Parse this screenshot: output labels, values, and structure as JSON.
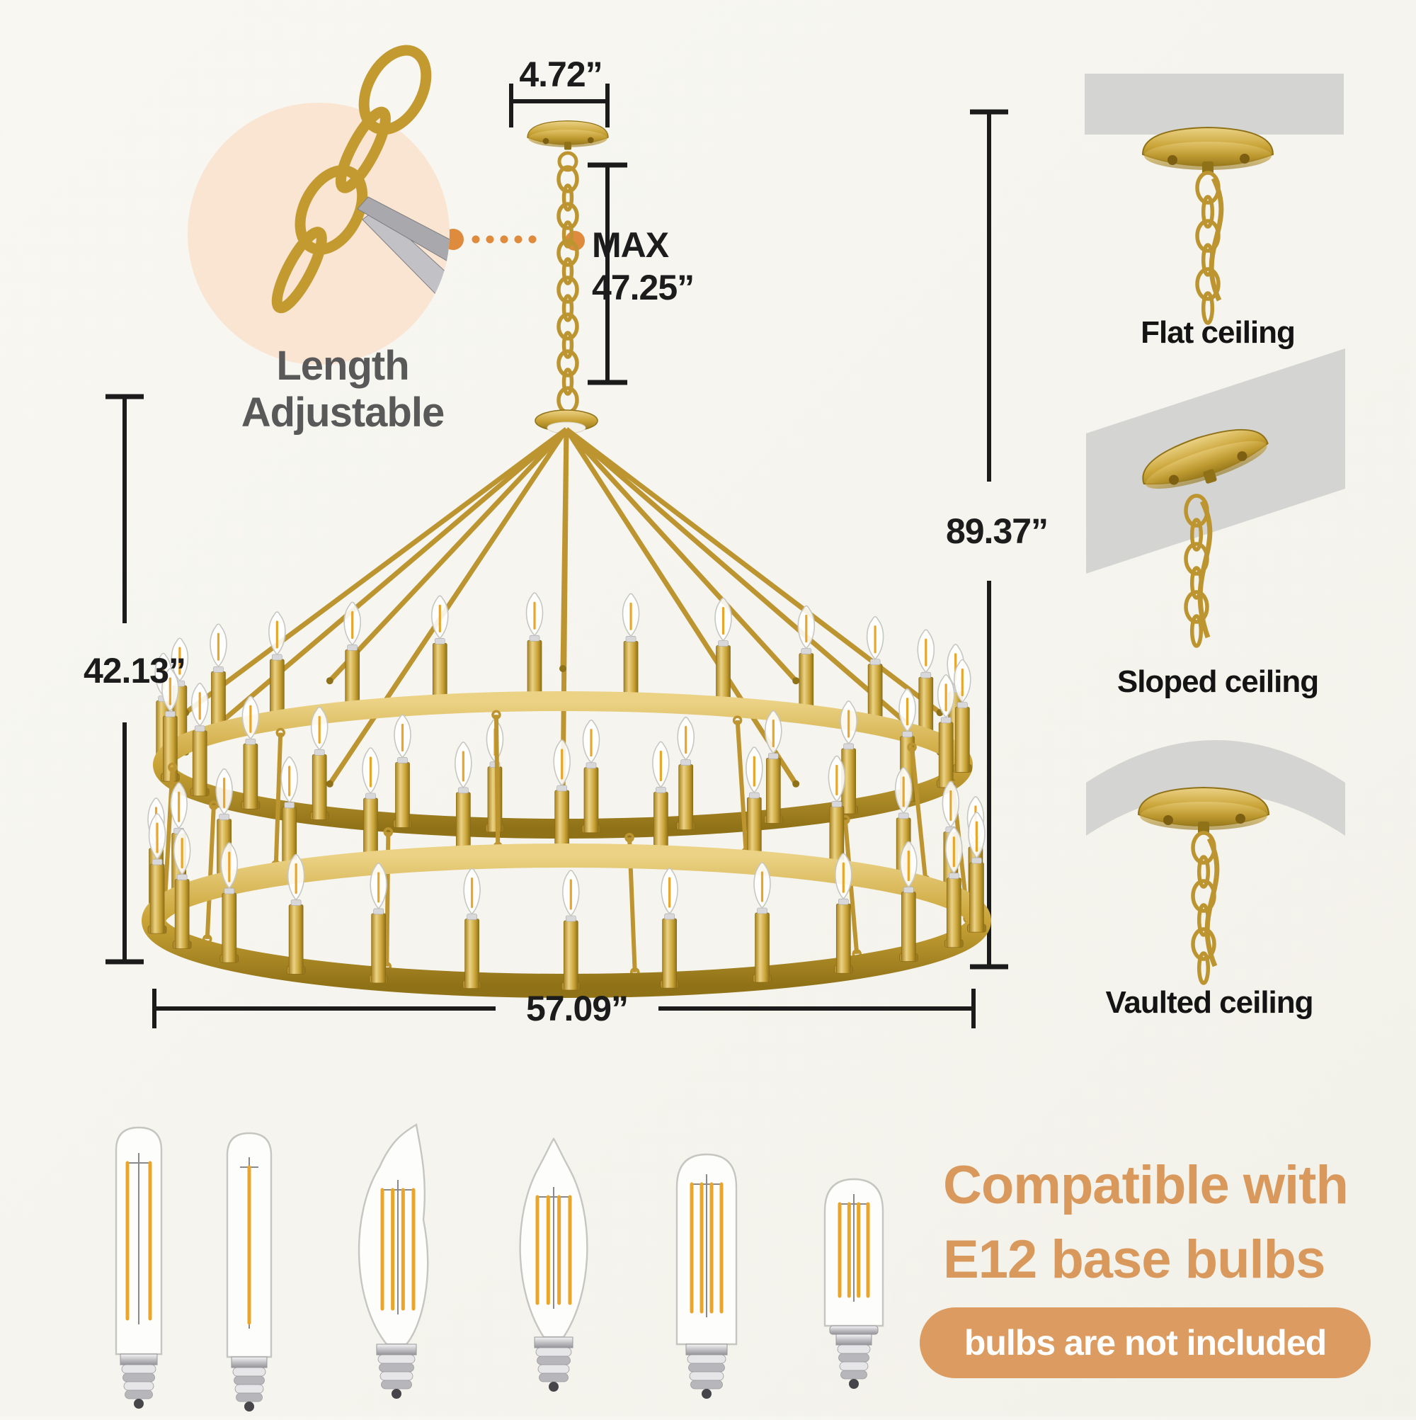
{
  "inset": {
    "caption_line1": "Length",
    "caption_line2": "Adjustable"
  },
  "dimensions": {
    "canopy_width": "4.72”",
    "chain_max_label": "MAX",
    "chain_max_value": "47.25”",
    "fixture_height": "42.13”",
    "overall_height": "89.37”",
    "diameter": "57.09”"
  },
  "ceilings": {
    "items": [
      {
        "label": "Flat ceiling"
      },
      {
        "label": "Sloped ceiling"
      },
      {
        "label": "Vaulted ceiling"
      }
    ]
  },
  "footer": {
    "heading_line1": "Compatible with",
    "heading_line2": "E12 base bulbs",
    "badge": "bulbs are not included"
  },
  "bulbs": {
    "types": [
      "t6-tubular-bulb-icon",
      "t6-tubular-single-filament-bulb-icon",
      "flame-tip-candelabra-bulb-icon",
      "torpedo-candle-bulb-icon",
      "t8-tubular-bulb-icon",
      "t25-mini-tubular-bulb-icon"
    ]
  },
  "colors": {
    "accent_orange": "#de8b3e",
    "heading_orange": "#d9995c",
    "badge_bg": "#db9b61",
    "badge_text": "#ffffff",
    "gold": "#c9a336",
    "dimension_ink": "#1c1c1c",
    "caption_gray": "#595959",
    "ceiling_gray": "#d4d4d2",
    "inset_bg": "#fae5d3"
  }
}
